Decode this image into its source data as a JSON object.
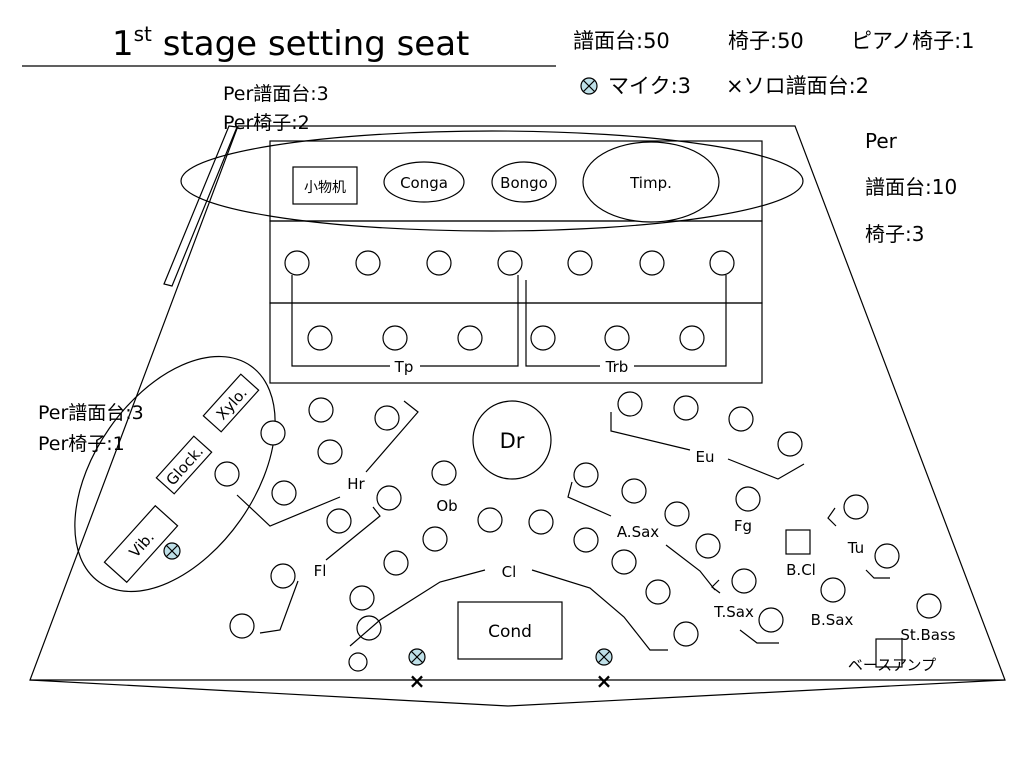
{
  "title": {
    "text": "1",
    "sup": "st",
    "rest": " stage setting seat"
  },
  "totals": {
    "stands": "譜面台:50",
    "chairs": "椅子:50",
    "piano_chair": "ピアノ椅子:1"
  },
  "legend": {
    "mic": "マイク:3",
    "solo_stand": "×ソロ譜面台:2"
  },
  "per_top_left": {
    "stands": "Per譜面台:3",
    "chairs": "Per椅子:2"
  },
  "per_right": {
    "label": "Per",
    "stands": "譜面台:10",
    "chairs": "椅子:3"
  },
  "per_left": {
    "stands": "Per譜面台:3",
    "chairs": "Per椅子:1"
  },
  "percussion": {
    "small_table": "小物机",
    "conga": "Conga",
    "bongo": "Bongo",
    "timp": "Timp.",
    "xylo": "Xylo.",
    "glock": "Glock.",
    "vib": "Vib."
  },
  "sections": {
    "tp": "Tp",
    "trb": "Trb",
    "dr": "Dr",
    "hr": "Hr",
    "ob": "Ob",
    "eu": "Eu",
    "fl": "Fl",
    "cl": "Cl",
    "asax": "A.Sax",
    "fg": "Fg",
    "tu": "Tu",
    "bcl": "B.Cl",
    "tsax": "T.Sax",
    "bsax": "B.Sax",
    "stbass": "St.Bass",
    "cond": "Cond",
    "bass_amp": "ベースアンプ"
  },
  "marks": {
    "solo": "×"
  },
  "colors": {
    "mic_fill": "#bfe0e8",
    "line": "#000000"
  }
}
